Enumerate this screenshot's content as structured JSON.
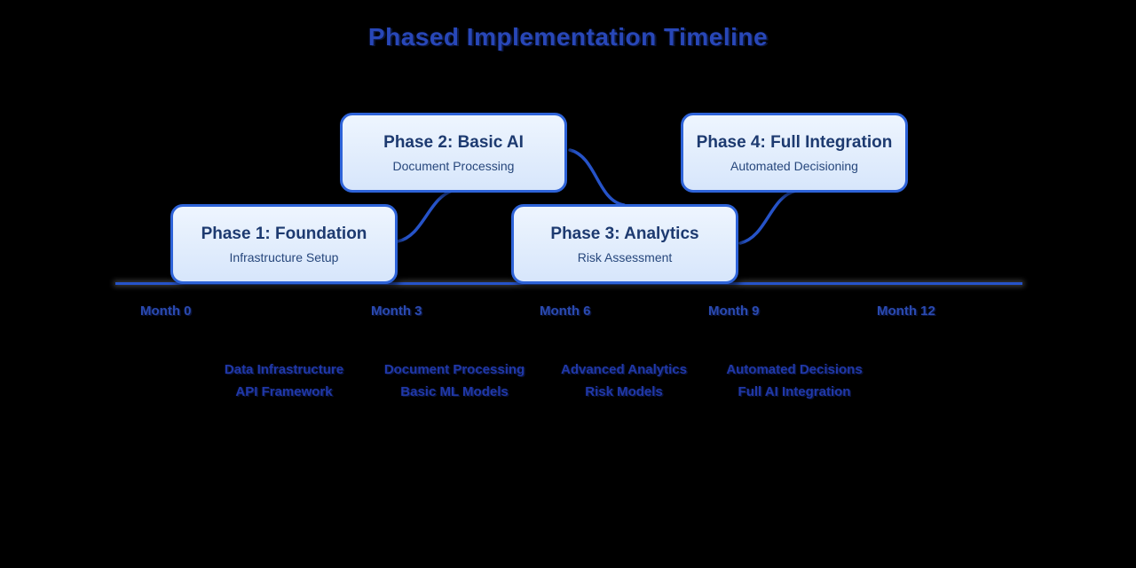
{
  "title": "Phased Implementation Timeline",
  "phases": [
    {
      "name": "Phase 1: Foundation",
      "subtitle": "Infrastructure Setup"
    },
    {
      "name": "Phase 2: Basic AI",
      "subtitle": "Document Processing"
    },
    {
      "name": "Phase 3: Analytics",
      "subtitle": "Risk Assessment"
    },
    {
      "name": "Phase 4: Full Integration",
      "subtitle": "Automated Decisioning"
    }
  ],
  "timeline_labels": [
    "Month 0",
    "Month 3",
    "Month 6",
    "Month 9",
    "Month 12"
  ],
  "milestones": [
    {
      "line1": "Data Infrastructure",
      "line2": "API Framework"
    },
    {
      "line1": "Document Processing",
      "line2": "Basic ML Models"
    },
    {
      "line1": "Advanced Analytics",
      "line2": "Risk Models"
    },
    {
      "line1": "Automated Decisions",
      "line2": "Full AI Integration"
    }
  ],
  "colors": {
    "bg": "#000000",
    "accent": "#2847b8",
    "box_border": "#2e63d8",
    "box_fill_top": "#eef5fe",
    "box_fill_bottom": "#d7e6fb",
    "box_title": "#1d3a70",
    "box_subtitle": "#27477c",
    "line_color": "#2653c8",
    "label_color": "#2a4ab0",
    "milestone_color": "#2038a8"
  }
}
